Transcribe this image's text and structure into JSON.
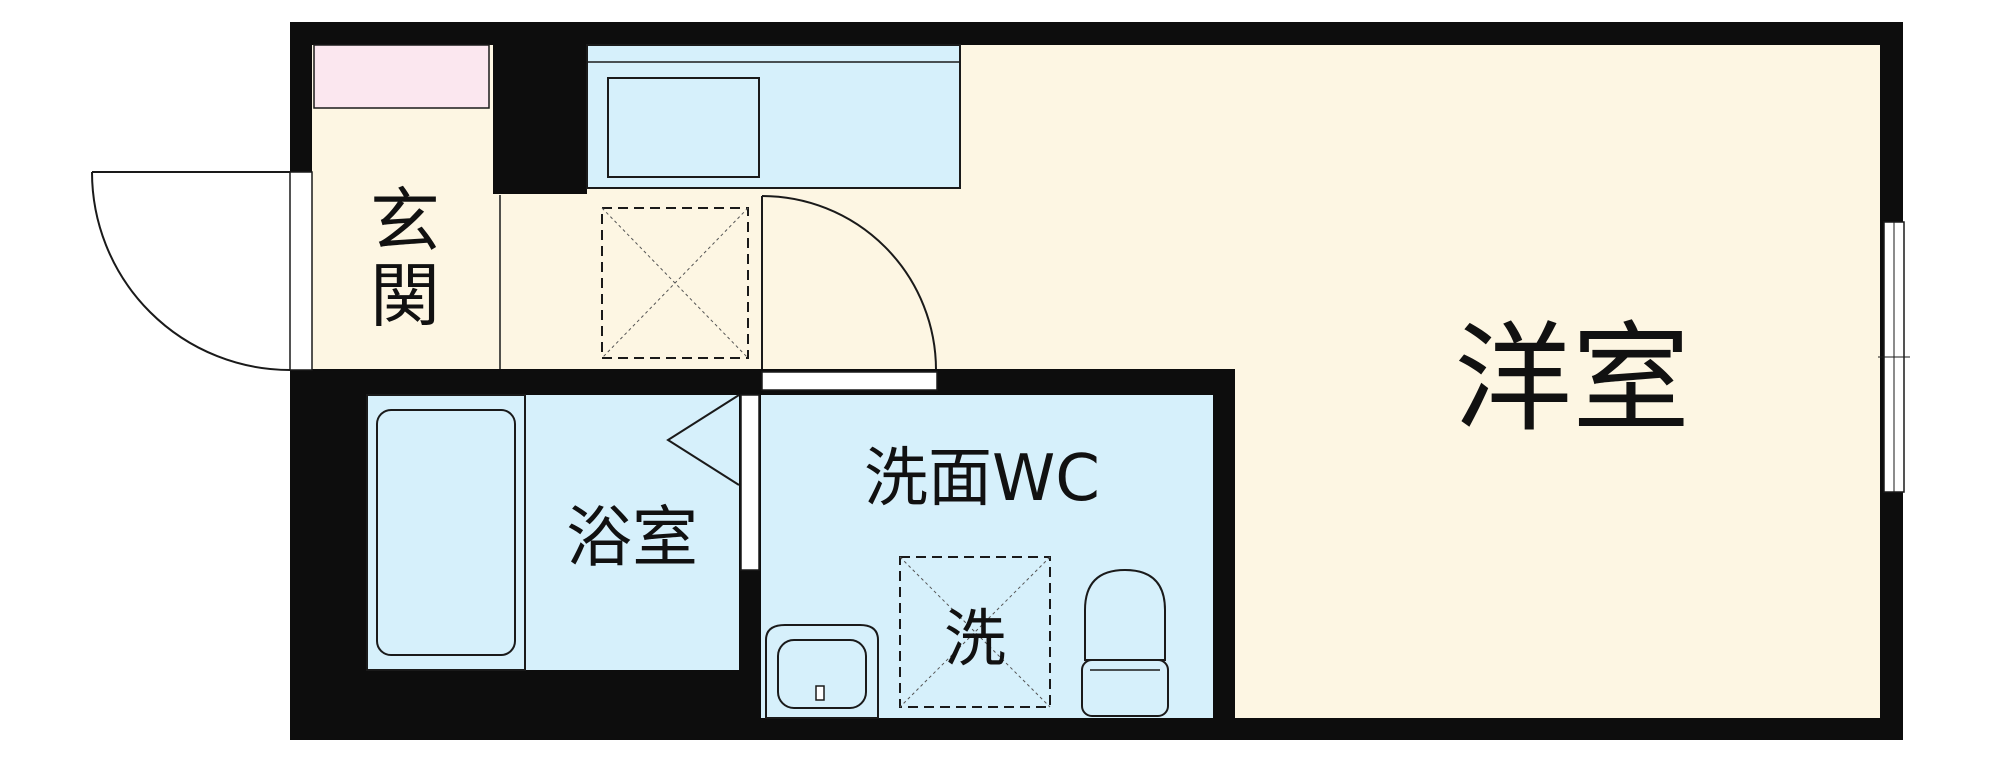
{
  "rooms": {
    "entrance": {
      "label_top": "玄",
      "label_bottom": "関"
    },
    "western_room": {
      "label": "洋室"
    },
    "bathroom": {
      "label": "浴室"
    },
    "washroom_wc": {
      "label": "洗面WC"
    },
    "washer_space": {
      "label": "洗"
    }
  },
  "colors": {
    "wall": "#0d0d0d",
    "floor_room": "#fdf6e3",
    "wet_area": "#d6f0fb",
    "shoe_box": "#fbe7ef",
    "line": "#1a1a1a"
  }
}
